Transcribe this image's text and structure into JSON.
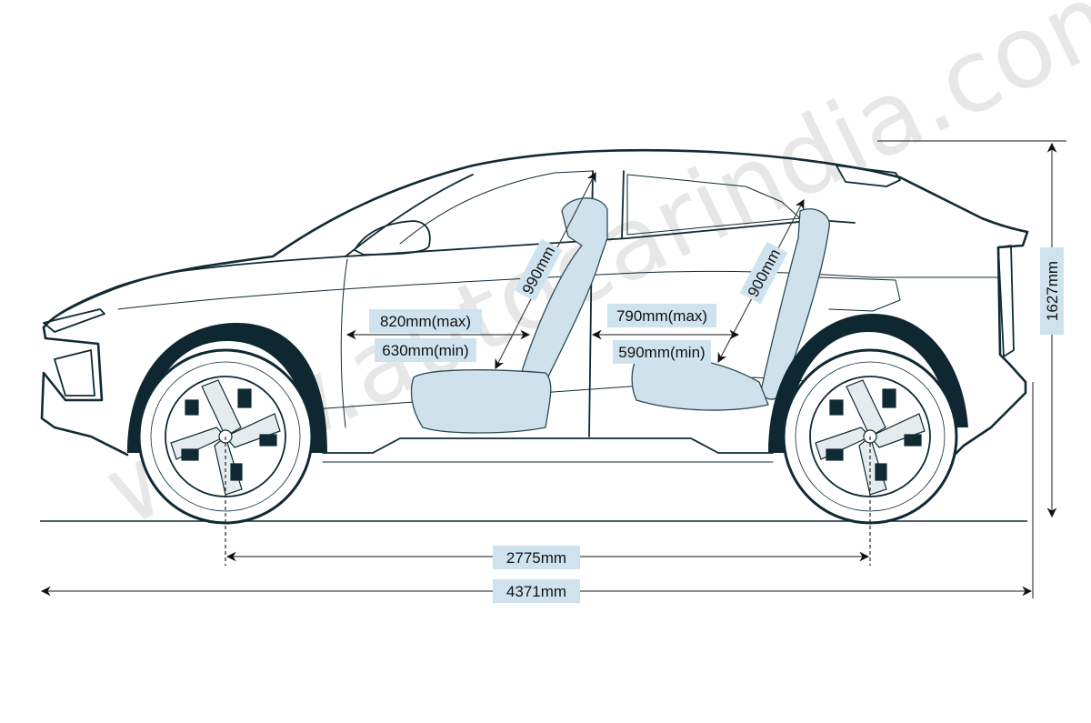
{
  "diagram": {
    "subject": "SUV side-profile dimension drawing",
    "watermark": "www.autocarindia.com",
    "colors": {
      "label_background": "#cfe3ef",
      "outline": "#102a33",
      "seat_fill": "#cfe2ec",
      "wheel_arch": "#0e2730"
    },
    "dimensions": {
      "overall_length": "4371mm",
      "wheelbase": "2775mm",
      "overall_height": "1627mm",
      "front_headroom": "990mm",
      "rear_headroom": "900mm",
      "front_legroom_max": "820mm(max)",
      "front_legroom_min": "630mm(min)",
      "rear_legroom_max": "790mm(max)",
      "rear_legroom_min": "590mm(min)"
    }
  }
}
